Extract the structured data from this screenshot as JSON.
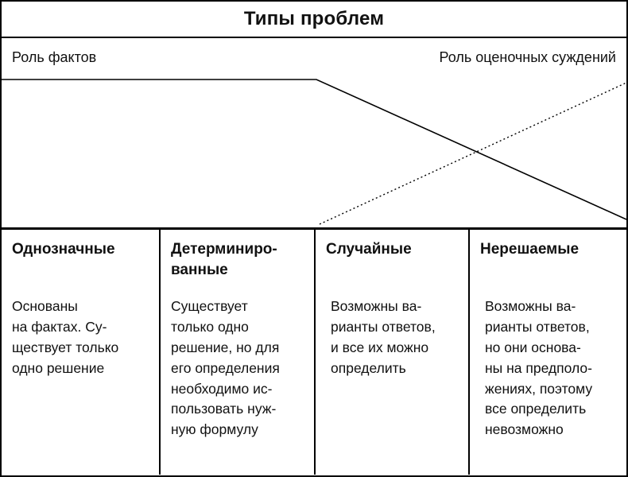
{
  "title": "Типы проблем",
  "axes": {
    "left_label": "Роль фактов",
    "right_label": "Роль оценочных суждений"
  },
  "lines": {
    "solid_line_meaning": "role-of-facts-declining-line",
    "dotted_line_meaning": "role-of-value-judgments-rising-line",
    "line_color": "#000000"
  },
  "columns": [
    {
      "header": "Однозначные",
      "body": "Основаны\nна фактах. Су-\nществует только\nодно решение"
    },
    {
      "header": "Детерминиро-\nванные",
      "body": "Существует\nтолько одно\nрешение, но для\nего определения\nнеобходимо ис-\nпользовать нуж-\nную формулу"
    },
    {
      "header": "Случайные",
      "body": "Возможны ва-\nрианты ответов,\nи все их можно\nопределить"
    },
    {
      "header": "Нерешаемые",
      "body": "Возможны ва-\nрианты ответов,\nно они основа-\nны на предполо-\nжениях, поэтому\nвсе определить\nневозможно"
    }
  ]
}
